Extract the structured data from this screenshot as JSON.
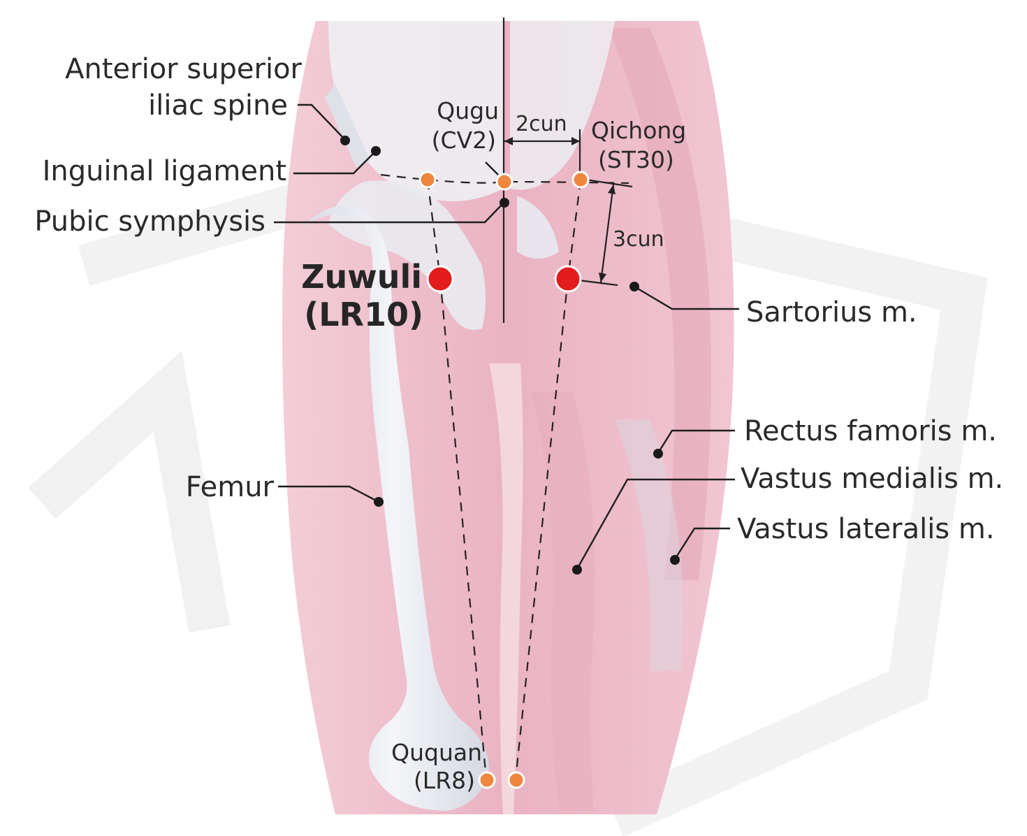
{
  "labels": {
    "asis_line1": "Anterior superior",
    "asis_line2": "iliac spine",
    "inguinal": "Inguinal ligament",
    "pubic": "Pubic symphysis",
    "femur": "Femur",
    "sartorius": "Sartorius m.",
    "rectus": "Rectus famoris m.",
    "vastus_medialis": "Vastus medialis m.",
    "vastus_lateralis": "Vastus lateralis m."
  },
  "points": {
    "qugu_name": "Qugu",
    "qugu_code": "(CV2)",
    "qichong_name": "Qichong",
    "qichong_code": "(ST30)",
    "ququan_name": "Ququan",
    "ququan_code": "(LR8)",
    "zuwuli_name": "Zuwuli",
    "zuwuli_code": "(LR10)"
  },
  "measures": {
    "horizontal": "2cun",
    "vertical": "3cun"
  },
  "colors": {
    "acupoint": "#f0873f",
    "key_point": "#e31c1c",
    "muscle": "#eebfcc",
    "bone": "#e6e8ef"
  }
}
